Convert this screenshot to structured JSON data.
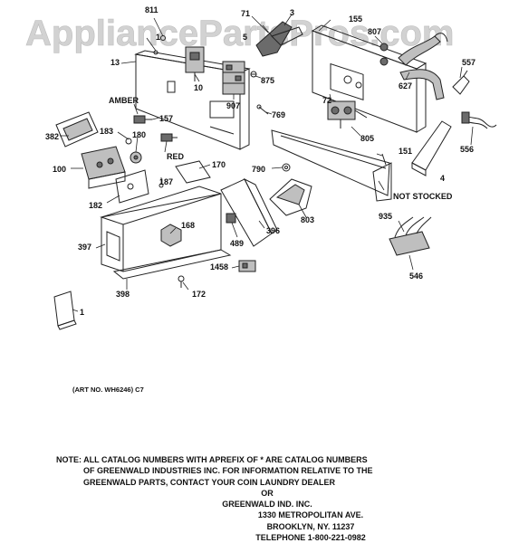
{
  "watermark": "AppliancePartsPros.com",
  "callouts": {
    "p811": "811",
    "p1a": "1",
    "p71": "71",
    "p3": "3",
    "p5": "5",
    "p155": "155",
    "p807": "807",
    "p627": "627",
    "p557": "557",
    "p13": "13",
    "p10": "10",
    "p875": "875",
    "p907": "907",
    "p72": "72",
    "p769": "769",
    "p805": "805",
    "amber": "AMBER",
    "p157": "157",
    "p382": "382",
    "p183": "183",
    "p180": "180",
    "red": "RED",
    "p100": "100",
    "p170": "170",
    "p151": "151",
    "p556": "556",
    "p4": "4",
    "p790": "790",
    "p187": "187",
    "p182": "182",
    "notStocked": "NOT STOCKED",
    "p935": "935",
    "p168": "168",
    "p803": "803",
    "p397": "397",
    "p489": "489",
    "p396": "396",
    "p546": "546",
    "p1458": "1458",
    "p398": "398",
    "p172": "172",
    "p1b": "1"
  },
  "art_number": "(ART NO. WH6246) C7",
  "note": {
    "line1": "NOTE: ALL CATALOG NUMBERS WITH APREFIX OF * ARE CATALOG NUMBERS",
    "line2": "OF GREENWALD INDUSTRIES INC. FOR INFORMATION RELATIVE TO THE",
    "line3": "GREENWALD PARTS, CONTACT YOUR COIN LAUNDRY DEALER",
    "line4": "OR",
    "line5": "GREENWALD IND. INC.",
    "line6": "1330 METROPOLITAN AVE.",
    "line7": "BROOKLYN, NY. 11237",
    "line8": "TELEPHONE 1-800-221-0982"
  }
}
